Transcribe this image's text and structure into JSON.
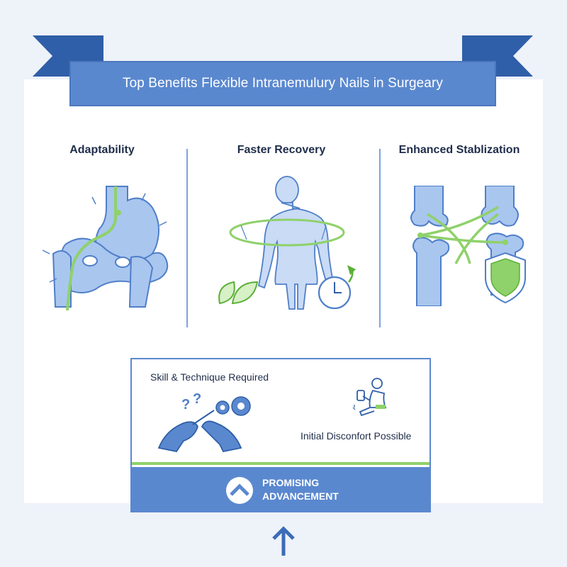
{
  "header": {
    "title": "Top Benefits Flexible Intranemulury Nails in Surgeary"
  },
  "benefits": [
    {
      "title": "Adaptability",
      "icon": "hip-joint-with-nail-icon"
    },
    {
      "title": "Faster Recovery",
      "icon": "human-body-with-clock-icon"
    },
    {
      "title": "Enhanced Stablization",
      "icon": "bone-fracture-with-shield-icon"
    }
  ],
  "considerations": {
    "skill": "Skill & Technique Required",
    "discomfort": "Initial Disconfort Possible"
  },
  "footer": {
    "line1": "PROMISING",
    "line2": "ADVANCEMENT"
  },
  "colors": {
    "banner": "#5a88cf",
    "bone": "#a9c6ef",
    "bone_stroke": "#4f7fc8",
    "accent_green": "#8fd16a",
    "background": "#eef2f9"
  }
}
